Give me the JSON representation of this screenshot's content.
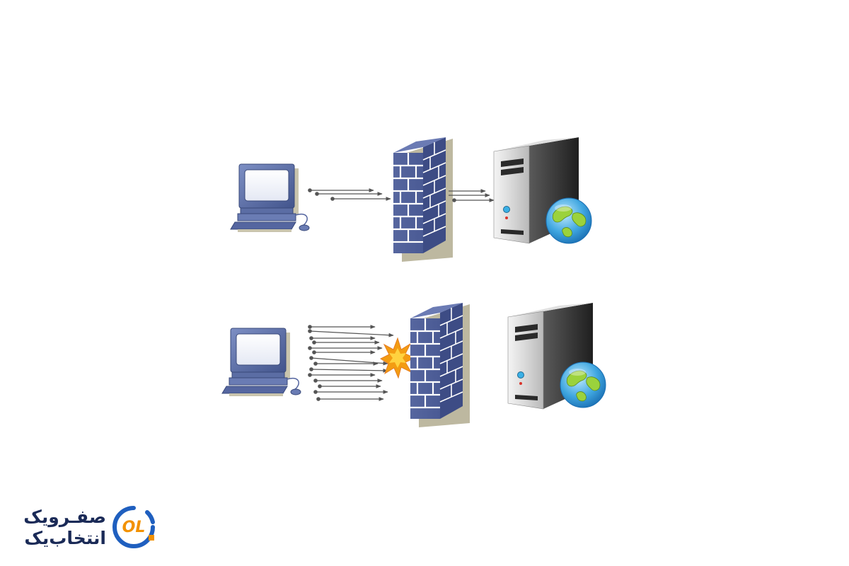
{
  "logo": {
    "line1": "صفـرویک",
    "line2": "انتخاب‌یک",
    "mark": "OL",
    "colors": {
      "text": "#1a2a57",
      "ring": "#1f5fbf",
      "letters": "#f29100"
    }
  },
  "icons": {
    "client": "computer-icon",
    "firewall": "firewall-icon",
    "server": "server-icon",
    "globe": "globe-icon",
    "blocked": "explosion-icon"
  },
  "colors": {
    "computer": "#5a6fa8",
    "firewall": "#4a5a9e",
    "firewall_shadow": "#bdb8a0",
    "server": "#3a3a3a",
    "arrow": "#555555",
    "burst": "#f39c12"
  }
}
